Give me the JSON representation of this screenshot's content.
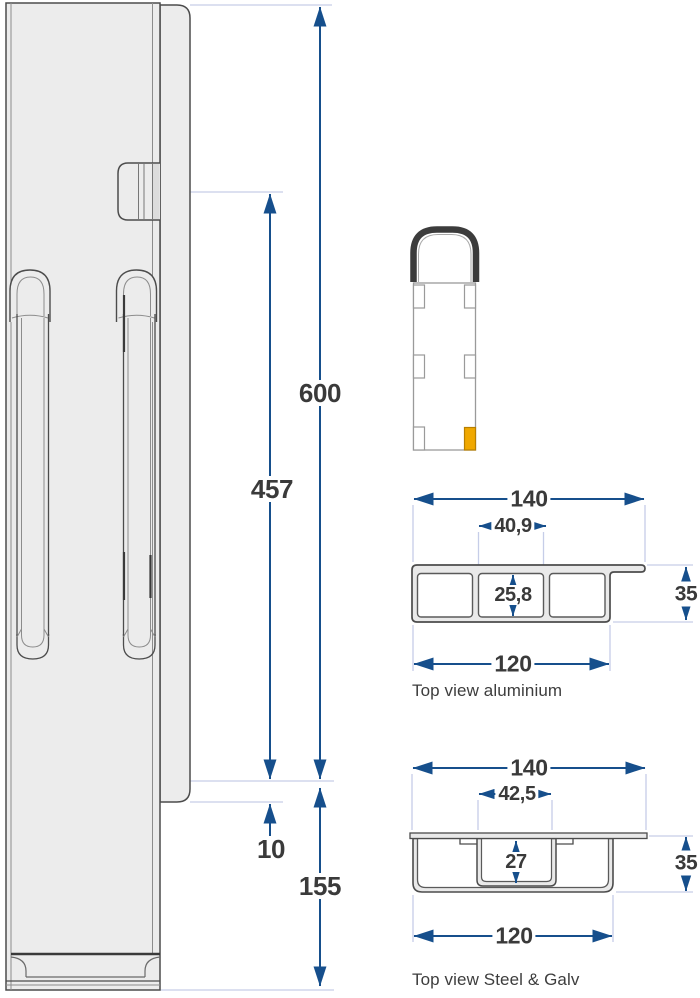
{
  "colors": {
    "dimension_blue": "#164F8C",
    "reference_light": "#C6CDE8",
    "outline_dark": "#4C4C4C",
    "text_dark": "#3A3A3A",
    "fill_light": "#ECECEC",
    "highlight_orange": "#F0A800"
  },
  "side_view": {
    "dim_overall": "600",
    "dim_hook": "457",
    "dim_offset": "10",
    "dim_base": "155"
  },
  "aluminium_section": {
    "caption": "Top view aluminium",
    "dim_width": "140",
    "dim_slot_width": "40,9",
    "dim_slot_height": "25,8",
    "dim_height": "35",
    "dim_base_width": "120"
  },
  "steel_section": {
    "caption": "Top view Steel & Galv",
    "dim_width": "140",
    "dim_slot_width": "42,5",
    "dim_slot_depth": "27",
    "dim_height": "35",
    "dim_base_width": "120"
  }
}
